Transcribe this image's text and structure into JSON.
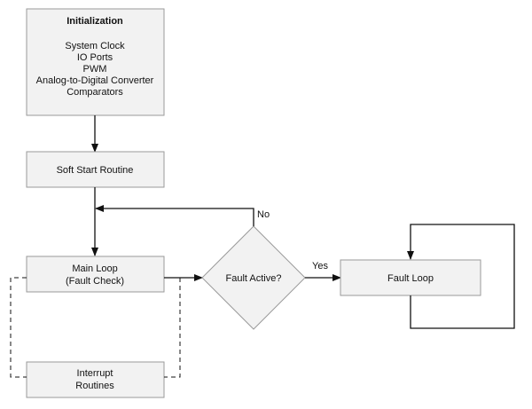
{
  "nodes": {
    "init": {
      "title": "Initialization",
      "items": [
        "System Clock",
        "IO Ports",
        "PWM",
        "Analog-to-Digital Converter",
        "Comparators"
      ]
    },
    "soft_start": {
      "lines": [
        "Soft Start Routine"
      ]
    },
    "main_loop": {
      "lines": [
        "Main Loop",
        "(Fault Check)"
      ]
    },
    "interrupt": {
      "lines": [
        "Interrupt",
        "Routines"
      ]
    },
    "decision": {
      "label": "Fault Active?"
    },
    "fault_loop": {
      "lines": [
        "Fault Loop"
      ]
    }
  },
  "edges": {
    "no_label": "No",
    "yes_label": "Yes"
  },
  "colors": {
    "box_fill": "#f2f2f2",
    "box_stroke": "#9a9a9a",
    "line": "#111111"
  }
}
